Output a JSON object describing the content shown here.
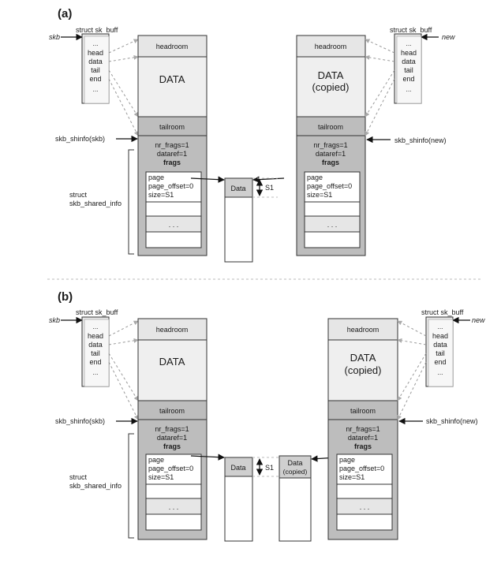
{
  "panels": [
    {
      "id": "a",
      "label": "(a)",
      "left": {
        "struct_label": "struct sk_buff",
        "pointer_label": "skb",
        "fields": [
          "...",
          "head",
          "data",
          "tail",
          "end",
          "..."
        ],
        "shinfo_label": "skb_shinfo(skb)",
        "headroom": "headroom",
        "data": "DATA",
        "tailroom": "tailroom",
        "shinfo_lines": [
          "nr_frags=1",
          "dataref=1",
          "frags"
        ],
        "frag_lines": [
          "page",
          "page_offset=0",
          "size=S1"
        ],
        "ellipsis": ". . ."
      },
      "right": {
        "struct_label": "struct sk_buff",
        "pointer_label": "new",
        "fields": [
          "...",
          "head",
          "data",
          "tail",
          "end",
          "..."
        ],
        "shinfo_label": "skb_shinfo(new)",
        "headroom": "headroom",
        "data_lines": [
          "DATA",
          "(copied)"
        ],
        "tailroom": "tailroom",
        "shinfo_lines": [
          "nr_frags=1",
          "dataref=1",
          "frags"
        ],
        "frag_lines": [
          "page",
          "page_offset=0",
          "size=S1"
        ],
        "ellipsis": ". . ."
      },
      "page_label": "Data",
      "size_label": "S1",
      "struct_shared_label": [
        "struct",
        "skb_shared_info"
      ]
    },
    {
      "id": "b",
      "label": "(b)",
      "left": {
        "struct_label": "struct sk_buff",
        "pointer_label": "skb",
        "fields": [
          "...",
          "head",
          "data",
          "tail",
          "end",
          "..."
        ],
        "shinfo_label": "skb_shinfo(skb)",
        "headroom": "headroom",
        "data": "DATA",
        "tailroom": "tailroom",
        "shinfo_lines": [
          "nr_frags=1",
          "dataref=1",
          "frags"
        ],
        "frag_lines": [
          "page",
          "page_offset=0",
          "size=S1"
        ],
        "ellipsis": ". . ."
      },
      "right": {
        "struct_label": "struct sk_buff",
        "pointer_label": "new",
        "fields": [
          "...",
          "head",
          "data",
          "tail",
          "end",
          "..."
        ],
        "shinfo_label": "skb_shinfo(new)",
        "headroom": "headroom",
        "data_lines": [
          "DATA",
          "(copied)"
        ],
        "tailroom": "tailroom",
        "shinfo_lines": [
          "nr_frags=1",
          "dataref=1",
          "frags"
        ],
        "frag_lines": [
          "page",
          "page_offset=0",
          "size=S1"
        ],
        "ellipsis": ". . ."
      },
      "page_label": "Data",
      "page_copy_lines": [
        "Data",
        "(copied)"
      ],
      "size_label": "S1",
      "struct_shared_label": [
        "struct",
        "skb_shared_info"
      ]
    }
  ]
}
